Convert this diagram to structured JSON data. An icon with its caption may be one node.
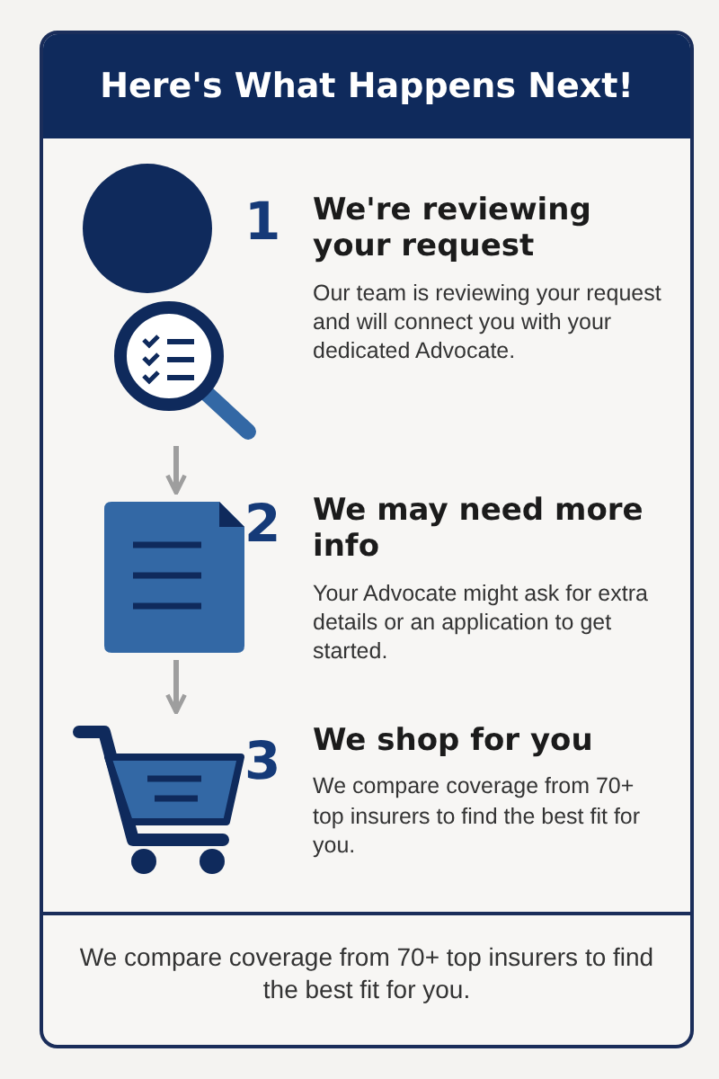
{
  "diagram": {
    "title": "Here's What Happens Next!",
    "nodes": [
      {
        "text": [],
        "shape": "circle"
      },
      {
        "text": [],
        "shape": "picture",
        "beside": [
          "1",
          "We're reviewing your request",
          "Our team is reviewing your request and will connect you with your dedicated Advocate."
        ]
      },
      {
        "text": [],
        "shape": "picture",
        "beside": [
          "2",
          "We may need more info",
          "Your Advocate might ask for extra details or an application to get started."
        ]
      },
      {
        "text": [],
        "shape": "picture",
        "beside": [
          "3",
          "We shop for you",
          "We compare coverage from 70+ top insurers to find the best fit for you."
        ]
      }
    ],
    "edges": [
      {
        "from": 1,
        "to": 2,
        "arrow": "to"
      },
      {
        "from": 2,
        "to": 3,
        "arrow": "to"
      }
    ],
    "labels": [
      "We compare coverage from 70+ top insurers to find the best fit for you."
    ]
  }
}
